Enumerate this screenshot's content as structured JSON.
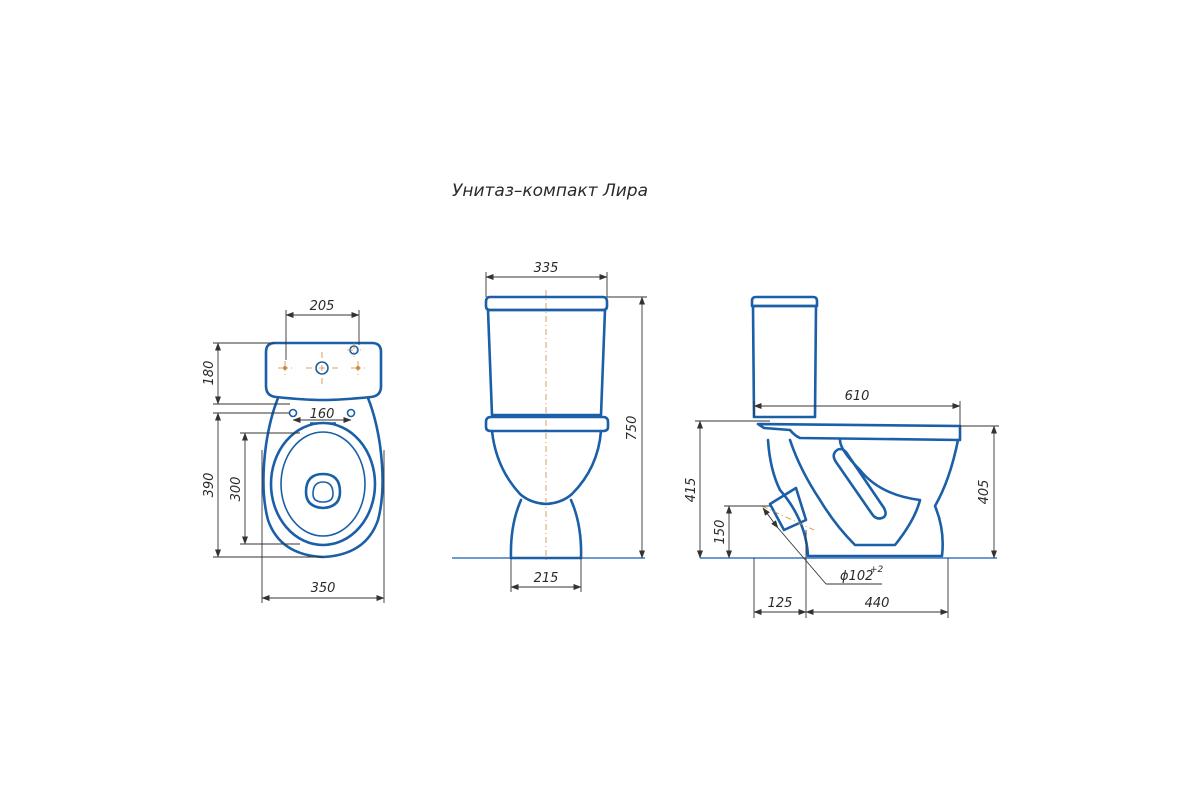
{
  "title": "Унитаз–компакт Лира",
  "colors": {
    "outline": "#1a5fa8",
    "dimension_lines": "#333333",
    "axis_lines": "#c98a3a",
    "floor_line": "#3a7ac0"
  },
  "views": {
    "top": {
      "dim_tank_holes": "205",
      "dim_tank_depth": "180",
      "dim_mount_holes": "160",
      "dim_bowl_length": "390",
      "dim_seat_length": "300",
      "dim_width": "350"
    },
    "front": {
      "dim_tank_width": "335",
      "dim_height": "750",
      "dim_base_width": "215"
    },
    "side": {
      "dim_length": "610",
      "dim_rim_height_left": "415",
      "dim_rim_height_right": "405",
      "dim_outlet_height": "150",
      "dim_outlet_diameter": "ϕ102",
      "dim_outlet_tolerance": "+2",
      "dim_outlet_offset": "125",
      "dim_outlet_distance": "440"
    }
  }
}
